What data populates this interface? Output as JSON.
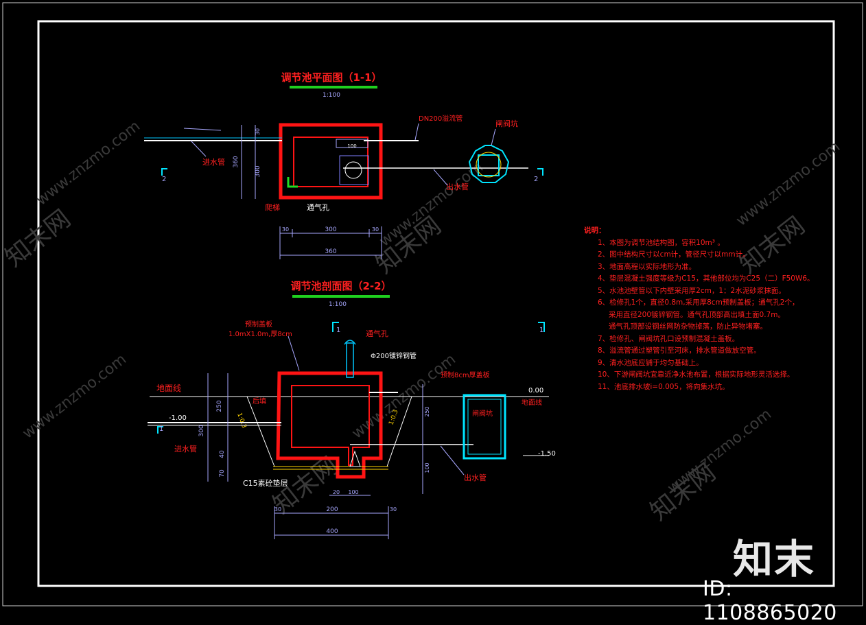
{
  "plan": {
    "title": "调节池平面图（1-1）",
    "scale": "1:100",
    "label_overflow_pipe": "DN200溢流管",
    "label_gate_well": "闸阀坑",
    "label_inlet": "进水管",
    "label_outlet": "出水管",
    "label_ladder": "爬梯",
    "label_vent": "通气孔",
    "section_mark": "2",
    "dim_h_300": "300",
    "dim_h_30": "30",
    "dim_h_360": "360",
    "dim_v_360": "360",
    "dim_v_300": "300",
    "dim_v_30": "30",
    "dim_100": "100"
  },
  "section": {
    "title": "调节池剖面图（2-2）",
    "scale": "1:100",
    "label_cover": "预制盖板",
    "label_cover_spec": "1.0mX1.0m,厚8cm",
    "label_vent": "通气孔",
    "label_vent_pipe": "Φ200镀锌钢管",
    "label_ground": "地面线",
    "label_inlet": "进水管",
    "label_outlet": "出水管",
    "label_wall": "后填",
    "label_cushion": "C15素砼垫层",
    "label_slab": "预制8cm厚盖板",
    "label_gate_well": "闸阀坑",
    "label_ground_right": "地面线",
    "elev_0": "0.00",
    "elev_inlet": "-1.00",
    "elev_bottom": "-1.50",
    "slope": "1:0.3",
    "section_mark": "1",
    "dim_250": "250",
    "dim_300": "300",
    "dim_40": "40",
    "dim_70": "70",
    "dim_200": "200",
    "dim_400": "400",
    "dim_30": "30",
    "dim_20": "20",
    "dim_100": "100",
    "dim_100b": "100"
  },
  "notes": {
    "title": "说明：",
    "lines": [
      "1、本图为调节池结构图，容积10m³ 。",
      "2、图中结构尺寸以cm计，管径尺寸以mm计。",
      "3、地面高程以实际地形为准。",
      "4、垫层混凝土强度等级为C15，其他部位均为C25（二）F50W6。",
      "5、水池池壁管以下内壁采用厚2cm，1：2水泥砂浆抹面。",
      "6、检修孔1个，直径0.8m,采用厚8cm预制盖板；通气孔2个，",
      "采用直径200镀锌钢管。通气孔顶部高出填土面0.7m。",
      "通气孔顶部设钢丝网防杂物掉落，防止异物堵塞。",
      "7、检修孔、闸阀坑孔口设预制混凝土盖板。",
      "8、溢流管通过塑管引至河床，排水管道做放空管。",
      "9、清水池底应铺于均匀基础上。",
      "10、下游闸阀坑宜靠近净水池布置，根据实际地形灵活选择。",
      "11、池底排水坡i=0.005，将向集水坑。"
    ]
  },
  "watermark": {
    "logo": "知末",
    "id": "ID: 1108865020",
    "site": "www.znzmo.com",
    "site_cn": "知末网"
  },
  "colors": {
    "background": "#000000",
    "frame": "#ffffff",
    "concrete_wall": "#ff1414",
    "annotation": "#ff2020",
    "title_underline": "#1fd01f",
    "gate_well": "#00e5ff",
    "dimension": "#a8a8ff",
    "pipe": "#ffffff",
    "accent_yellow": "#ffd400"
  }
}
